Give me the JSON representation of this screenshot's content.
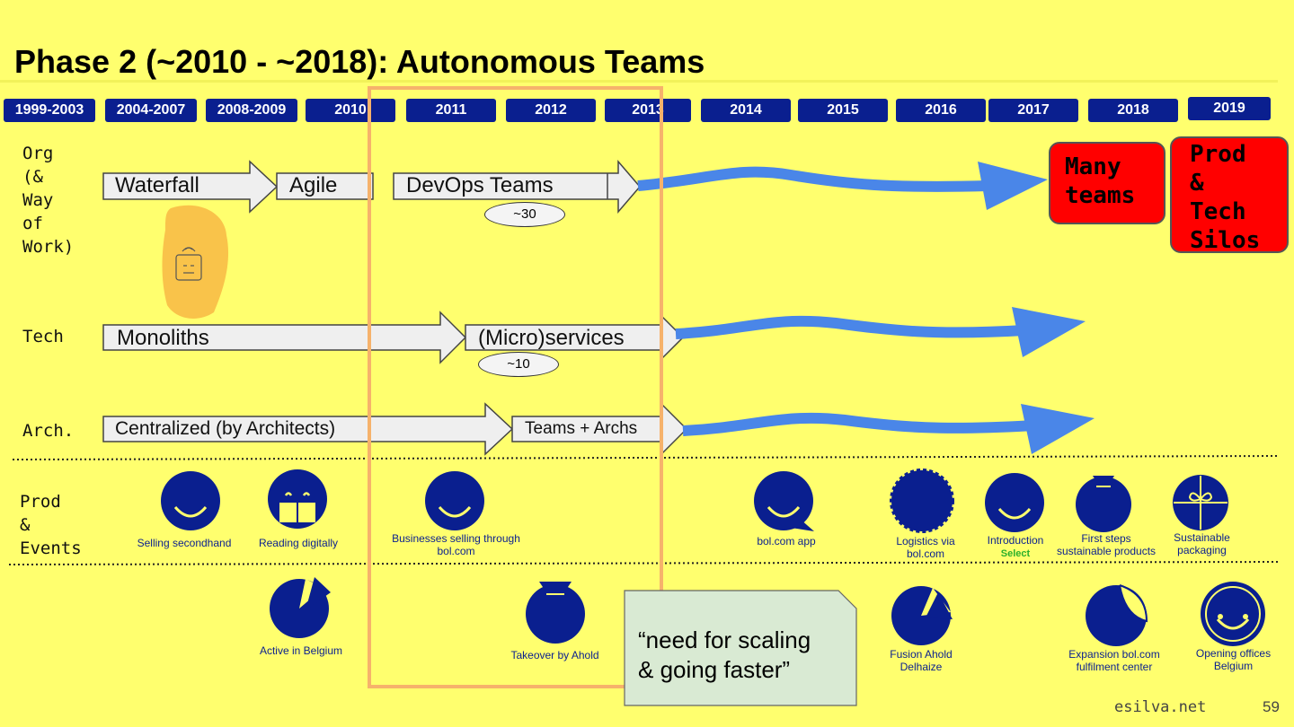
{
  "slide": {
    "title": "Phase 2 (~2010 - ~2018): Autonomous Teams",
    "page_number": "59",
    "site": "esilva.net"
  },
  "timeline": {
    "years": [
      "1999-2003",
      "2004-2007",
      "2008-2009",
      "2010",
      "2011",
      "2012",
      "2013",
      "2014",
      "2015",
      "2016",
      "2017",
      "2018",
      "2019"
    ]
  },
  "rows": {
    "org": {
      "label": "Org\n(&\nWay\nof\nWork)",
      "stages": [
        "Waterfall",
        "Agile",
        "DevOps Teams"
      ],
      "count": "~30",
      "outcome_1": "Many\nteams",
      "outcome_2": "Prod\n&\nTech\nSilos"
    },
    "tech": {
      "label": "Tech",
      "stages": [
        "Monoliths",
        "(Micro)services"
      ],
      "count": "~10"
    },
    "arch": {
      "label": "Arch.",
      "stages": [
        "Centralized (by Architects)",
        "Teams + Archs"
      ]
    },
    "prod": {
      "label": "Prod\n&\nEvents"
    }
  },
  "events_top": [
    {
      "caption": "Selling secondhand",
      "icon": "smile-circle-icon"
    },
    {
      "caption": "Reading digitally",
      "icon": "book-face-icon"
    },
    {
      "caption": "Businesses selling through\nbol.com",
      "icon": "smile-circle-icon"
    },
    {
      "caption": "bol.com app",
      "icon": "chat-bubble-smile-icon"
    },
    {
      "caption": "Logistics via\nbol.com",
      "icon": "gear-circle-icon"
    },
    {
      "caption": "Introduction",
      "sub": "Select",
      "icon": "smile-circle-icon"
    },
    {
      "caption": "First steps\nsustainable products",
      "icon": "bag-icon"
    },
    {
      "caption": "Sustainable\npackaging",
      "icon": "gift-icon"
    }
  ],
  "events_bottom": [
    {
      "caption": "Active in Belgium",
      "icon": "pie-icon"
    },
    {
      "caption": "Takeover by Ahold",
      "icon": "bag-icon"
    },
    {
      "caption": "Fusion Ahold\nDelhaize",
      "icon": "pie-icon"
    },
    {
      "caption": "Expansion bol.com\nfulfilment center",
      "icon": "sticker-icon"
    },
    {
      "caption": "Opening offices\nBelgium",
      "icon": "face-ring-icon"
    }
  ],
  "quote": "“need for scaling\n& going faster”",
  "colors": {
    "background": "#ffff6e",
    "year_badge": "#0a1f8f",
    "flow_arrow": "#4a86e8",
    "highlight_box": "#f6b26b",
    "red_box": "#ff0000",
    "quote_bg": "#d9ead3",
    "icon": "#0a1f8f"
  }
}
